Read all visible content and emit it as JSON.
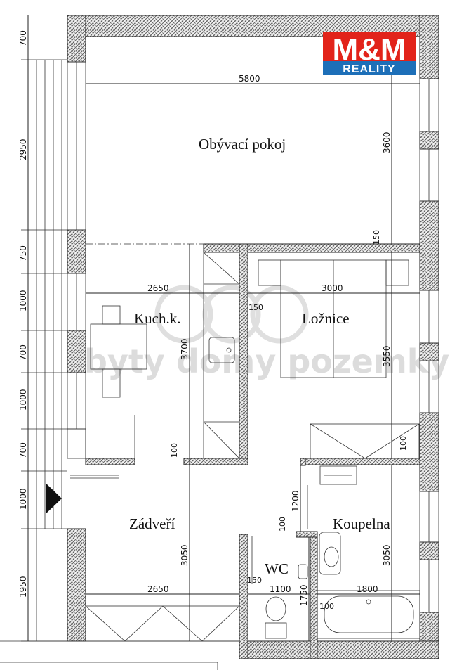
{
  "logo": {
    "brand": "M&M",
    "subtitle": "REALITY",
    "brand_color": "#e2231a",
    "subtitle_color": "#1d6fb8"
  },
  "watermark": {
    "text": "byty domy pozemky"
  },
  "rooms": {
    "living": "Obývací pokoj",
    "kitchen": "Kuch.k.",
    "bedroom": "Ložnice",
    "hall": "Zádveří",
    "bathroom": "Koupelna",
    "wc": "WC"
  },
  "dimensions": {
    "living_width": "5800",
    "living_depth": "3600",
    "kitchen_width": "2650",
    "kitchen_depth": "3700",
    "bedroom_width": "3000",
    "bedroom_depth": "3550",
    "hall_width": "2650",
    "hall_depth": "3050",
    "bath_depth": "3050",
    "bath_width": "1800",
    "wc_width": "1100",
    "wc_depth": "1750",
    "door_1200": "1200",
    "wall_150_a": "150",
    "wall_150_b": "150",
    "wall_150_c": "150",
    "wall_100_a": "100",
    "wall_100_b": "100",
    "wall_100_c": "100",
    "wall_100_d": "100",
    "left_700_a": "700",
    "left_2950": "2950",
    "left_750": "750",
    "left_1000_a": "1000",
    "left_700_b": "700",
    "left_1000_b": "1000",
    "left_700_c": "700",
    "left_1000_c": "1000",
    "left_1950": "1950"
  }
}
